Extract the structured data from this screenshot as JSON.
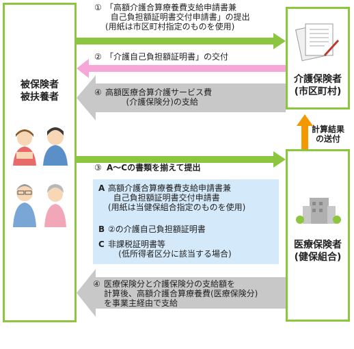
{
  "insured": {
    "title": "被保険者\n被扶養者"
  },
  "care_insurer": {
    "title": "介護保険者\n(市区町村)"
  },
  "medical_insurer": {
    "title": "医療保険者\n(健保組合)"
  },
  "flow1": {
    "num": "①",
    "text": "「高額介護合算療養費支給申請書兼\n  自己負担額証明書交付申請書」の提出\n(用紙は市区町村指定のものを使用)"
  },
  "flow2": {
    "num": "②",
    "text": "「介護自己負担額証明書」の交付"
  },
  "flow4a": {
    "num": "④",
    "text": "高額医療合算介護サービス費\n        (介護保険分)の支給"
  },
  "calc_note": {
    "text": "計算結果\nの送付"
  },
  "flow3": {
    "num": "③",
    "text": "A〜Cの書類を揃えて提出"
  },
  "docs": [
    {
      "letter": "A",
      "text": "高額介護合算療養費支給申請書兼\n  自己負担額証明書交付申請書\n(用紙は当健保組合指定のものを使用)"
    },
    {
      "letter": "B",
      "text": "②の介護自己負担額証明書"
    },
    {
      "letter": "C",
      "text": "非課税証明書等\n    (低所得者区分に該当する場合)"
    }
  ],
  "flow4b": {
    "num": "④",
    "text": "医療保険分と介護保険分の支給額を\n計算後、高額介護合算療養費(医療保険分)\nを事業主経由で支給"
  },
  "colors": {
    "box_border": "#8cc63f",
    "arrow_green": "#8cc63f",
    "arrow_pink": "#f7a6d8",
    "arrow_gray": "#c8c8c8",
    "arrow_orange": "#f39800",
    "doc_panel": "#d4e9f9"
  }
}
